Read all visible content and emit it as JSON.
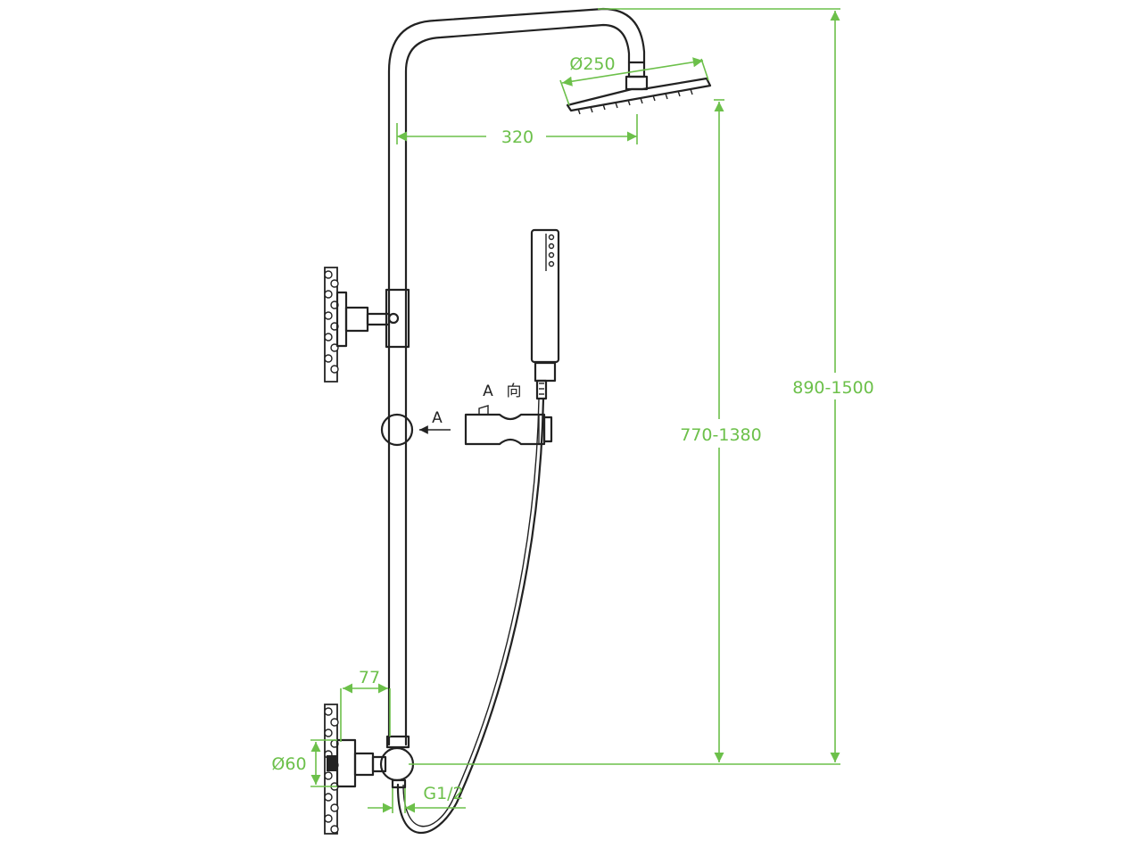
{
  "dimensions": {
    "head_diameter": "Ø250",
    "arm_reach": "320",
    "head_height_range": "770-1380",
    "total_height_range": "890-1500",
    "mixer_offset": "77",
    "flange_diameter": "Ø60",
    "outlet_thread": "G1/2"
  },
  "annotations": {
    "view_marker": "A",
    "view_marker_label": "A",
    "view_direction_glyph": "向"
  },
  "colors": {
    "dimension": "#6cc04a",
    "outline": "#222222",
    "background": "#ffffff"
  }
}
